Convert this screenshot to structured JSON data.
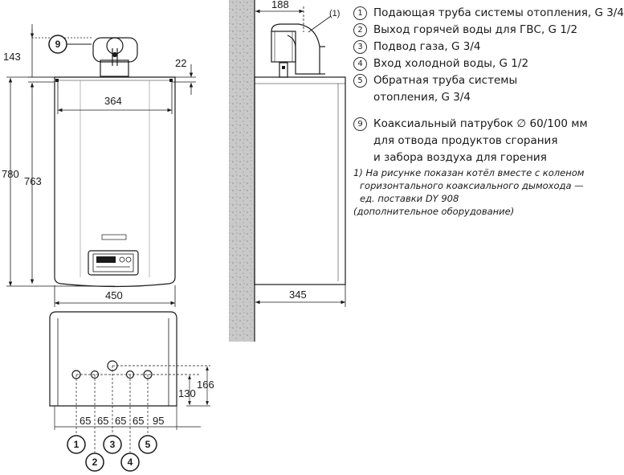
{
  "front_view": {
    "dim_top": "143",
    "dim_right": "22",
    "dim_inner_width": "364",
    "dim_height_total": "780",
    "dim_height_body": "763",
    "dim_width": "450",
    "callout_flue": "9"
  },
  "bottom_view": {
    "dim_spacings": [
      "65",
      "65",
      "65",
      "65",
      "95"
    ],
    "dim_height_1": "130",
    "dim_height_2": "166",
    "connections": [
      "1",
      "2",
      "3",
      "4",
      "5"
    ]
  },
  "side_view": {
    "dim_top": "188",
    "dim_depth": "345",
    "footnote_marker": "(1)"
  },
  "legend": {
    "items": [
      {
        "num": "1",
        "text": "Подающая труба системы отопления, G 3/4"
      },
      {
        "num": "2",
        "text": "Выход горячей воды для ГВС, G 1/2"
      },
      {
        "num": "3",
        "text": "Подвод газа, G 3/4"
      },
      {
        "num": "4",
        "text": "Вход холодной воды, G 1/2"
      },
      {
        "num": "5",
        "text": "Обратная труба системы",
        "text_cont": "отопления, G 3/4"
      }
    ],
    "flue": {
      "num": "9",
      "lines": [
        "Коаксиальный патрубок ∅ 60/100 мм",
        "для отвода продуктов сгорания",
        "и забора воздуха для горения"
      ]
    },
    "footnote_lines": [
      "1) На рисунке показан котёл вместе с коленом",
      "горизонтального коаксиального дымохода —",
      "ед. поставки DY 908",
      "(дополнительное оборудование)"
    ]
  }
}
